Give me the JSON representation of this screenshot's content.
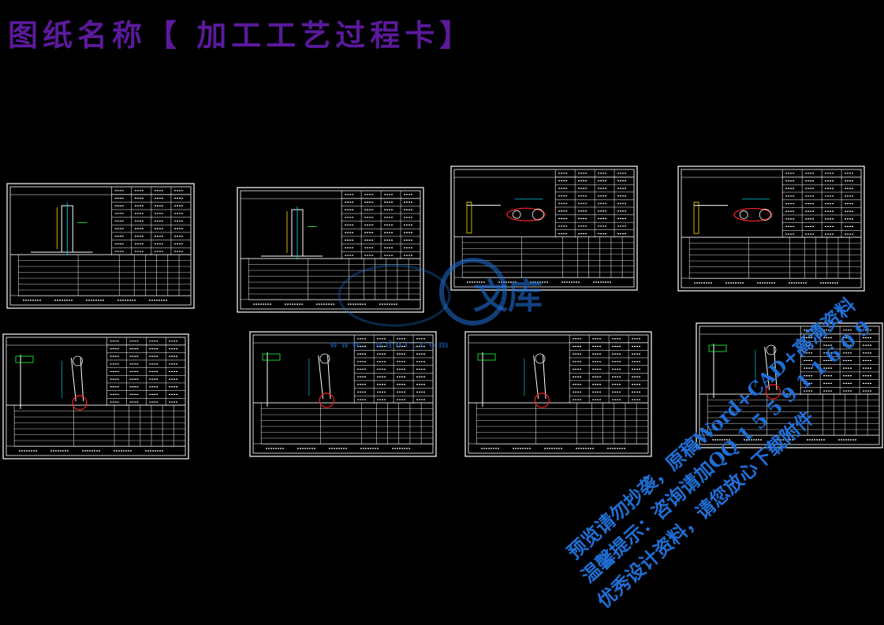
{
  "title": "图纸名称【 加工工艺过程卡】",
  "watermark": {
    "logo_text": "文库",
    "logo_url_text": "www.  ndoc.com",
    "lines": [
      "预览请勿抄袭，原稿Word+CAD+高清资料",
      "温馨提示：咨询请加QQ 1 5 5 9 1 1 6 0 9",
      "优秀设计资料，请您放心下载附件"
    ],
    "color": "#1f6fd6"
  },
  "colors": {
    "background": "#000000",
    "sheet_line": "#ffffff",
    "title": "#5b1a9c",
    "part_red": "#ff2020",
    "dim_cyan": "#00e5ff",
    "dim_yellow": "#ffe000",
    "dim_green": "#20ff40"
  },
  "sheets": [
    {
      "name": "process-card-1",
      "view": "bracket-side"
    },
    {
      "name": "process-card-2",
      "view": "bracket-side"
    },
    {
      "name": "process-card-3",
      "view": "lever-top"
    },
    {
      "name": "process-card-4",
      "view": "lever-top"
    },
    {
      "name": "process-card-5",
      "view": "lever-vertical"
    },
    {
      "name": "process-card-6",
      "view": "lever-vertical"
    },
    {
      "name": "process-card-7",
      "view": "lever-vertical"
    },
    {
      "name": "process-card-8",
      "view": "lever-vertical"
    }
  ]
}
